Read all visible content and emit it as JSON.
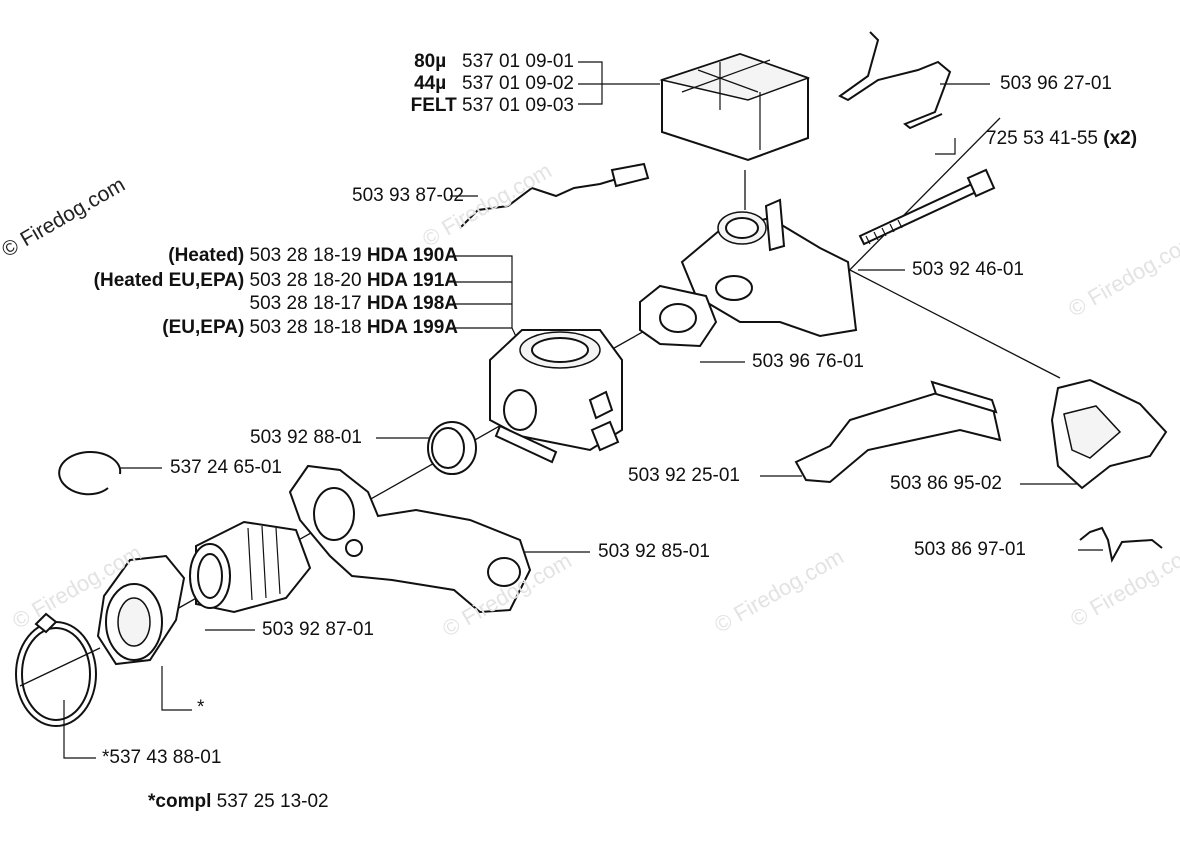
{
  "watermark": {
    "text": "© Firedog.com"
  },
  "labels": {
    "filter_80": {
      "prefix": "80µ",
      "number": "537 01 09-01"
    },
    "filter_44": {
      "prefix": "44µ",
      "number": "537 01 09-02"
    },
    "filter_felt": {
      "prefix": "FELT",
      "number": "537 01 09-03"
    },
    "clip": "503 96 27-01",
    "bolt": {
      "number": "725 53 41-55",
      "qty": "(x2)"
    },
    "rod": "503 93 87-02",
    "carb_heated": {
      "prefix": "(Heated)",
      "number": "503 28 18-19",
      "model": "HDA 190A"
    },
    "carb_heated_eu": {
      "prefix": "(Heated EU,EPA)",
      "number": "503 28 18-20",
      "model": "HDA 191A"
    },
    "carb_std": {
      "number": "503 28 18-17",
      "model": "HDA 198A"
    },
    "carb_eu": {
      "prefix": "(EU,EPA)",
      "number": "503 28 18-18",
      "model": "HDA 199A"
    },
    "bushing": "503 92 46-01",
    "gasket": "503 96 76-01",
    "seal_ring": "503 92 88-01",
    "circlip": "537 24 65-01",
    "lever": "503 92 25-01",
    "bracket": "503 86 95-02",
    "manifold": "503 92 85-01",
    "spring": "503 86 97-01",
    "boot": "503 92 87-01",
    "star": "*",
    "clamp": "*537 43 88-01",
    "compl": {
      "prefix": "*compl",
      "number": "537 25 13-02"
    }
  }
}
